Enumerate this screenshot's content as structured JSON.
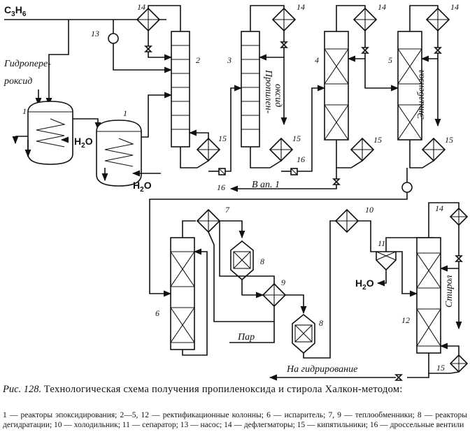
{
  "labels": {
    "feed": "C3H6",
    "feed_sub": "",
    "hydroperoxide_1": "Гидропере-",
    "hydroperoxide_2": "роксид",
    "water": "H2O",
    "propylene_oxide_1": "Пропилен-",
    "propylene_oxide_2": "оксид",
    "ethylbenzene": "Этилбензол",
    "to_app1": "В ап. 1",
    "steam": "Пар",
    "to_hydrogenation": "На гидрирование",
    "styrene": "Стирол"
  },
  "equipment_numbers": {
    "reactor_a": "1",
    "reactor_b": "1",
    "col2": "2",
    "col3": "3",
    "col4": "4",
    "col5": "5",
    "evap6": "6",
    "hx7": "7",
    "r8a": "8",
    "r8b": "8",
    "hx9": "9",
    "cooler10": "10",
    "sep11": "11",
    "col12": "12",
    "pump13": "13",
    "d14a": "14",
    "d14b": "14",
    "d14c": "14",
    "d14d": "14",
    "d14e": "14",
    "b15a": "15",
    "b15b": "15",
    "b15c": "15",
    "b15d": "15",
    "b15e": "15",
    "v16a": "16",
    "v16b": "16"
  },
  "caption": {
    "number": "Рис. 128.",
    "text": "Технологическая схема получения пропиленоксида и стирола Халкон-методом:"
  },
  "legend": "1 — реакторы эпоксидирования; 2—5, 12 — ректификационные колонны; 6 — испаритель; 7, 9 — теплообменники; 8 — реакторы дегидратации; 10 — холодильник; 11 — сепаратор; 13 — насос; 14 — дефлегматоры; 15 — кипятильники; 16 — дроссельные вентили"
}
